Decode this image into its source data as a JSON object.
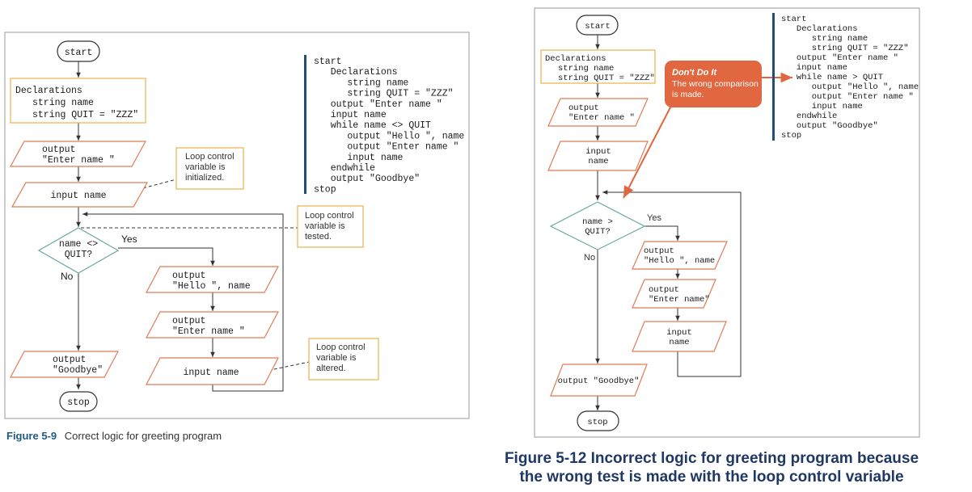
{
  "figure_left": {
    "nodes": {
      "start": "start",
      "decl_1": "Declarations",
      "decl_2": "string name",
      "decl_3": "string QUIT = \"ZZZ\"",
      "out1_1": "output",
      "out1_2": "\"Enter name \"",
      "input1": "input name",
      "dec_1": "name <>",
      "dec_2": "QUIT?",
      "yes": "Yes",
      "no": "No",
      "loop1_1": "output",
      "loop1_2": "\"Hello \", name",
      "loop2_1": "output",
      "loop2_2": "\"Enter name \"",
      "loop3": "input name",
      "bye_1": "output",
      "bye_2": "\"Goodbye\"",
      "stop": "stop"
    },
    "notes": {
      "n1": [
        "Loop control",
        "variable is",
        "initialized."
      ],
      "n2": [
        "Loop control",
        "variable is",
        "tested."
      ],
      "n3": [
        "Loop control",
        "variable is",
        "altered."
      ]
    },
    "pseudocode": [
      "start",
      "   Declarations",
      "      string name",
      "      string QUIT = \"ZZZ\"",
      "   output \"Enter name \"",
      "   input name",
      "   while name <> QUIT",
      "      output \"Hello \", name",
      "      output \"Enter name \"",
      "      input name",
      "   endwhile",
      "   output \"Goodbye\"",
      "stop"
    ],
    "caption_fig": "Figure 5-9",
    "caption_text": "Correct logic for greeting program"
  },
  "figure_right": {
    "nodes": {
      "start": "start",
      "decl_1": "Declarations",
      "decl_2": "string name",
      "decl_3": "string QUIT = \"ZZZ\"",
      "out1_1": "output",
      "out1_2": "\"Enter name \"",
      "in1_1": "input",
      "in1_2": "name",
      "dec_1": "name >",
      "dec_2": "QUIT?",
      "yes": "Yes",
      "no": "No",
      "loop1_1": "output",
      "loop1_2": "\"Hello \", name",
      "loop2_1": "output",
      "loop2_2": "\"Enter name\"",
      "loop3_1": "input",
      "loop3_2": "name",
      "bye": "output \"Goodbye\"",
      "stop": "stop"
    },
    "callout": {
      "title": "Don't Do It",
      "line1": "The wrong comparison",
      "line2": "is made."
    },
    "pseudocode": [
      "start",
      "   Declarations",
      "      string name",
      "      string QUIT = \"ZZZ\"",
      "   output \"Enter name \"",
      "   input name",
      "   while name > QUIT",
      "      output \"Hello \", name",
      "      output \"Enter name \"",
      "      input name",
      "   endwhile",
      "   output \"Goodbye\"",
      "stop"
    ],
    "caption_line1": "Figure 5-12 Incorrect logic for greeting program because",
    "caption_line2": "the wrong test is made with the loop control variable"
  },
  "colors": {
    "shape_stroke": "#e07b55",
    "box_stroke": "#e8b24a",
    "decision_stroke": "#6aa8a4",
    "callout_fill": "#e0673f",
    "code_bar": "#1f4e79",
    "caption_blue": "#1f3864"
  }
}
